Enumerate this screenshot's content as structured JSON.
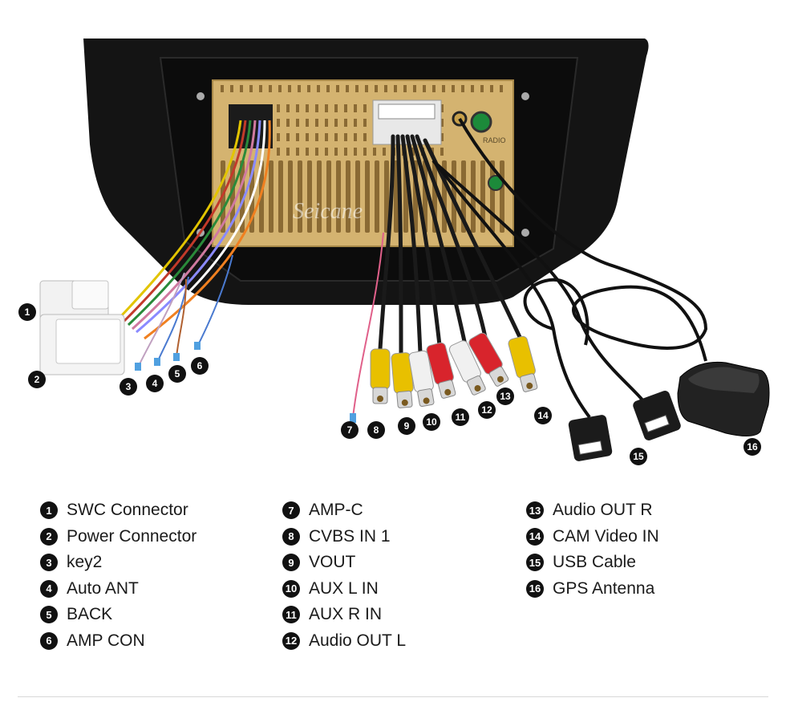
{
  "watermark": "Seicane",
  "unit_label_radio": "RADIO",
  "legend": [
    {
      "n": "1",
      "label": "SWC Connector"
    },
    {
      "n": "2",
      "label": "Power Connector"
    },
    {
      "n": "3",
      "label": "key2"
    },
    {
      "n": "4",
      "label": "Auto ANT"
    },
    {
      "n": "5",
      "label": "BACK"
    },
    {
      "n": "6",
      "label": "AMP CON"
    },
    {
      "n": "7",
      "label": "AMP-C"
    },
    {
      "n": "8",
      "label": "CVBS IN 1"
    },
    {
      "n": "9",
      "label": "VOUT"
    },
    {
      "n": "10",
      "label": "AUX L IN"
    },
    {
      "n": "11",
      "label": "AUX R IN"
    },
    {
      "n": "12",
      "label": "Audio OUT L"
    },
    {
      "n": "13",
      "label": "Audio OUT R"
    },
    {
      "n": "14",
      "label": "CAM Video IN"
    },
    {
      "n": "15",
      "label": "USB Cable"
    },
    {
      "n": "16",
      "label": "GPS Antenna"
    }
  ],
  "colors": {
    "bezel": "#141414",
    "unit": "#d4b370",
    "vent": "#8a6a34",
    "rca_yellow": "#e8c000",
    "rca_white": "#f0f0f0",
    "rca_red": "#d8242c"
  }
}
